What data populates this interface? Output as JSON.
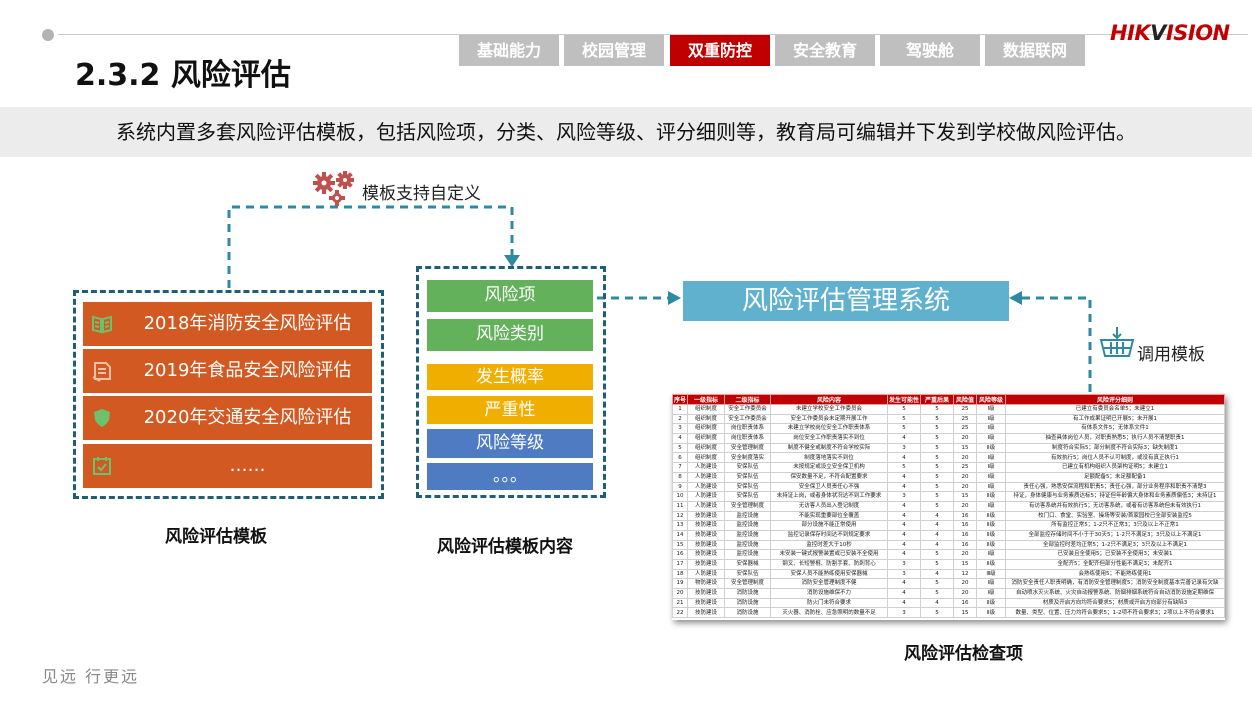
{
  "header": {
    "title": "2.3.2 风险评估",
    "nav_tabs": [
      "基础能力",
      "校园管理",
      "双重防控",
      "安全教育",
      "驾驶舱",
      "数据联网"
    ],
    "active_tab": "双重防控",
    "logo": {
      "brand": "HIKVISION"
    }
  },
  "banner": {
    "text": "系统内置多套风险评估模板，包括风险项，分类、风险等级、评分细则等，教育局可编辑并下发到学校做风险评估。"
  },
  "diagram": {
    "customize_label": "模板支持自定义",
    "templates": {
      "items": [
        "2018年消防安全风险评估",
        "2019年食品安全风险评估",
        "2020年交通安全风险评估",
        "……"
      ],
      "caption": "风险评估模板"
    },
    "template_content": {
      "items": [
        "风险项",
        "风险类别",
        "发生概率",
        "严重性",
        "风险等级",
        "。。。"
      ],
      "caption": "风险评估模板内容"
    },
    "system_label": "风险评估管理系统",
    "call_template_label": "调用模板",
    "checklist_caption": "风险评估检查项"
  },
  "checklist": {
    "headers": [
      "序号",
      "一级指标",
      "二级指标",
      "风险内容",
      "发生可能性",
      "严重后果",
      "风险值",
      "风险等级",
      "风险评分细则"
    ],
    "rows": [
      [
        "1",
        "组织制度",
        "安全工作委员会",
        "未建立学校安全工作委员会",
        "5",
        "5",
        "25",
        "Ⅰ级",
        "已建立有委员会名单5；未建立1"
      ],
      [
        "2",
        "组织制度",
        "安全工作委员会",
        "安全工作委员会未定期开展工作",
        "5",
        "5",
        "25",
        "Ⅰ级",
        "有工作成果证明已开展5；未开展1"
      ],
      [
        "3",
        "组织制度",
        "岗位职责体系",
        "未建立学校岗位安全工作职责体系",
        "5",
        "5",
        "25",
        "Ⅰ级",
        "有体系文件5；无体系文件1"
      ],
      [
        "4",
        "组织制度",
        "岗位职责体系",
        "岗位安全工作职责落实不到位",
        "4",
        "5",
        "20",
        "Ⅰ级",
        "抽查具体岗位人员，对职责熟悉5；执行人员不清楚职责1"
      ],
      [
        "5",
        "组织制度",
        "安全管理制度",
        "制度不健全或制度不符合学校实际",
        "3",
        "5",
        "15",
        "Ⅱ级",
        "制度符合实际5；部分制度不符合实际3；缺失制度1"
      ],
      [
        "6",
        "组织制度",
        "安全制度落实",
        "制度落地落实不到位",
        "4",
        "5",
        "20",
        "Ⅰ级",
        "有效执行5；岗位人员不认可制度，或没有真正执行1"
      ],
      [
        "7",
        "人防建设",
        "安保队伍",
        "未按规定或设立安全保卫机构",
        "5",
        "5",
        "25",
        "Ⅰ级",
        "已建立有机构组织人员架构证明5；未建立1"
      ],
      [
        "8",
        "人防建设",
        "安保队伍",
        "保安数量不足，不符合配置要求",
        "4",
        "5",
        "20",
        "Ⅰ级",
        "足额配备5；未足额配备1"
      ],
      [
        "9",
        "人防建设",
        "安保队伍",
        "安全保卫人员责任心不强",
        "4",
        "5",
        "20",
        "Ⅰ级",
        "责任心强，熟悉安保流程和职责5；责任心强，部分业务程序和职责不清楚3"
      ],
      [
        "10",
        "人防建设",
        "安保队伍",
        "未持证上岗，或者身体状况达不到工作要求",
        "3",
        "5",
        "15",
        "Ⅱ级",
        "持证，身体健康与业务素质达标5；持证但年龄偏大身体和业务素质偏低3；未持证1"
      ],
      [
        "11",
        "人防建设",
        "安全管理制度",
        "无访客人员出入登记制度",
        "4",
        "5",
        "20",
        "Ⅰ级",
        "有访客系统并有效执行5；无访客系统，或者有访客系统但未有效执行1"
      ],
      [
        "12",
        "技防建设",
        "监控设施",
        "不能实现重要部位全覆盖",
        "4",
        "4",
        "16",
        "Ⅱ级",
        "校门口、食堂、实验室、操场等安装/首家园校已全部安装监控5"
      ],
      [
        "13",
        "技防建设",
        "监控设施",
        "部分设施不能正常使用",
        "4",
        "4",
        "16",
        "Ⅱ级",
        "所有监控正常5；1-2只不正常3；3只及以上不正常1"
      ],
      [
        "14",
        "技防建设",
        "监控设施",
        "监控记录保存时间达不到规定要求",
        "4",
        "4",
        "16",
        "Ⅱ级",
        "全部监控存储时间不小于于30天5；1-2只不满足3；3只及以上不满足1"
      ],
      [
        "15",
        "技防建设",
        "监控设施",
        "监控时差大于10秒",
        "4",
        "4",
        "16",
        "Ⅱ级",
        "全部监控时差均正常5；1-2只不满足3；3只及以上不满足1"
      ],
      [
        "16",
        "技防建设",
        "监控设施",
        "未安装一键式报警装置或已安装不全使用",
        "4",
        "5",
        "20",
        "Ⅰ级",
        "已安装且全使用5；已安装不全使用3；未安装1"
      ],
      [
        "17",
        "技防建设",
        "安保器械",
        "钢叉、长短警棍、防割手套、防刺背心",
        "3",
        "5",
        "15",
        "Ⅱ级",
        "全配齐5；全配齐但部分性能不满足3；未配齐1"
      ],
      [
        "18",
        "人防建设",
        "安保队伍",
        "安保人员不能熟练使用安保器械",
        "3",
        "4",
        "12",
        "Ⅲ级",
        "会熟练使用5；不能熟练使用1"
      ],
      [
        "19",
        "物防建设",
        "安全管理制度",
        "消防安全管理制度不健",
        "4",
        "5",
        "20",
        "Ⅰ级",
        "消防安全责任人职责明确，有消防安全管理制度5；消防安全制度基本完善记录有欠缺"
      ],
      [
        "20",
        "技防建设",
        "消防设施",
        "消防设施维保不力",
        "4",
        "5",
        "20",
        "Ⅰ级",
        "自动喷水灭火系统、火灾自动报警系统、防烟排烟系统符合自动消防设施定期维保"
      ],
      [
        "21",
        "技防建设",
        "消防设施",
        "防火门未符合要求",
        "4",
        "4",
        "16",
        "Ⅱ级",
        "材质及开启方向均符合要求5；材质或开启方向部分有缺陷3"
      ],
      [
        "22",
        "技防建设",
        "消防设施",
        "灭火器、消防栓、应急照明的数量不足",
        "3",
        "5",
        "15",
        "Ⅱ级",
        "数量、类型、位置、压力均符合要求5；1-2项不符合要求3；2项以上不符合要求1"
      ]
    ]
  },
  "footer": {
    "slogan": "见远 行更远"
  },
  "colors": {
    "accent_red": "#c00000",
    "template_orange": "#d25a22",
    "green": "#64b15b",
    "yellow": "#f0ae00",
    "blue": "#4e7bc2",
    "system_blue": "#5fb1cd",
    "dashed_teal": "#1f5f73"
  }
}
